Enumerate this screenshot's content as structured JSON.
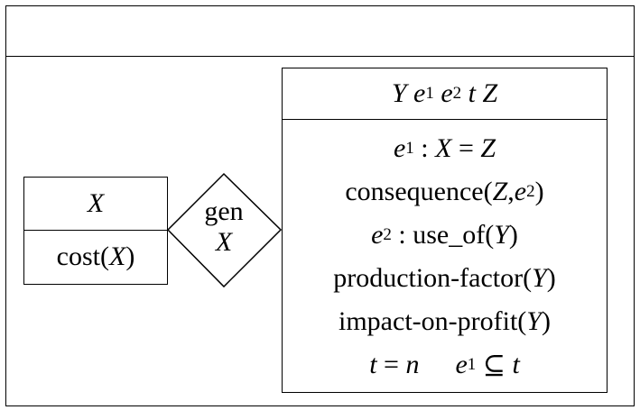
{
  "frame": {
    "title": ""
  },
  "left_box": {
    "header": "X",
    "body_text": "cost",
    "body_arg": "X"
  },
  "relation": {
    "label": "gen",
    "arg": "X"
  },
  "right_box": {
    "header": {
      "Y": "Y",
      "e": "e",
      "one": "1",
      "two": "2",
      "t": "t",
      "Z": "Z"
    },
    "lines": {
      "l1": {
        "e": "e",
        "sub": "1",
        "rest": " : ",
        "X": "X",
        "eq": " = ",
        "Z": "Z"
      },
      "l2": {
        "fn": "consequence(",
        "Z": "Z",
        "comma": ",",
        "e": "e",
        "sub": "2",
        "close": ")"
      },
      "l3": {
        "e": "e",
        "sub": "2",
        "fn": " : use_of(",
        "Y": "Y",
        "close": ")"
      },
      "l4": {
        "fn": "production-factor(",
        "Y": "Y",
        "close": ")"
      },
      "l5": {
        "fn": "impact-on-profit(",
        "Y": "Y",
        "close": ")"
      },
      "l6": {
        "t": "t",
        "eq": " = ",
        "n": "n",
        "e": "e",
        "sub": "1",
        "subset": " ⊆ ",
        "t2": "t"
      }
    }
  }
}
